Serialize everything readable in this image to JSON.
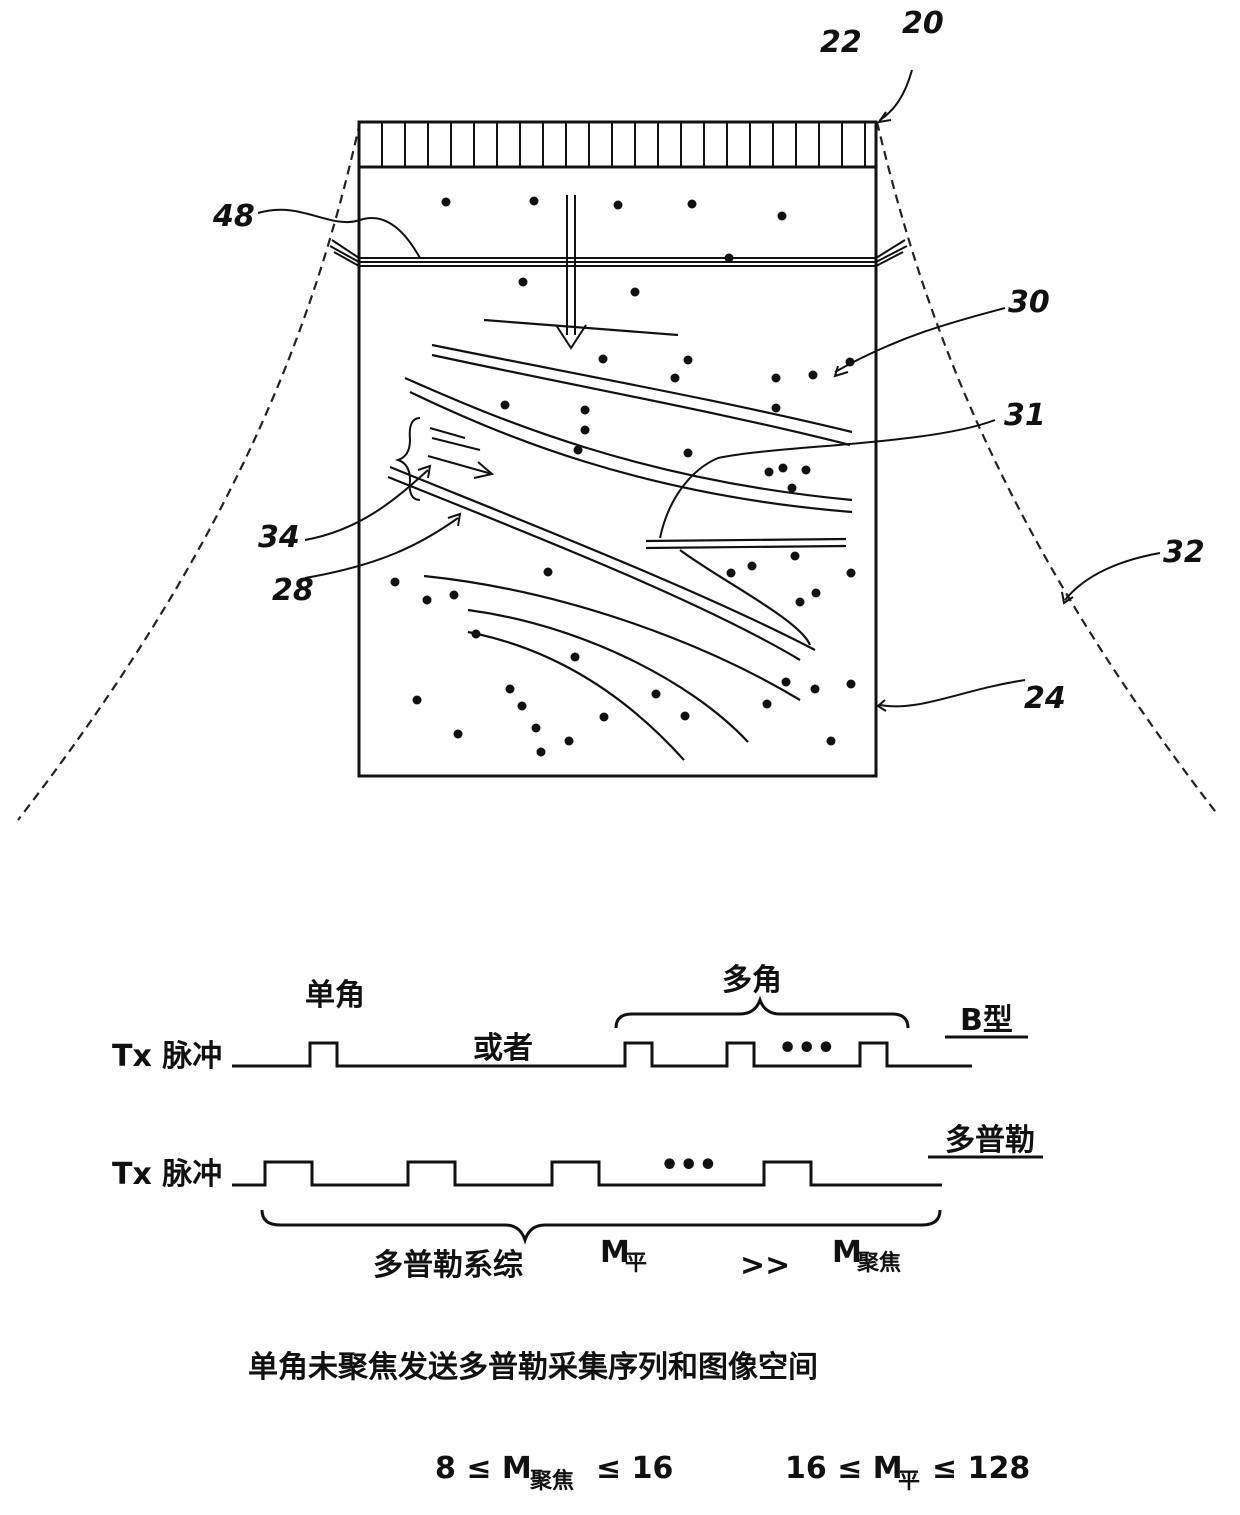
{
  "figure": {
    "labels": {
      "l20": "20",
      "l22": "22",
      "l48": "48",
      "l30": "30",
      "l31": "31",
      "l34": "34",
      "l28": "28",
      "l32": "32",
      "l24": "24"
    }
  },
  "timing": {
    "single_angle": "单角",
    "multi_angle": "多角",
    "or": "或者",
    "b_mode": "B型",
    "doppler": "多普勒",
    "tx_pulse_1": "Tx 脉冲",
    "tx_pulse_2": "Tx 脉冲",
    "dots_1": "•••",
    "dots_2": "•••",
    "doppler_ensemble": "多普勒系综",
    "m_sym_1": "M",
    "m_flat_sub": "平",
    "much_greater": ">>",
    "m_sym_2": "M",
    "m_focus_sub": "聚焦"
  },
  "caption": "单角未聚焦发送多普勒采集序列和图像空间",
  "formula": {
    "f1_left": "8 ≤ M",
    "f1_sub": "聚焦",
    "f1_right": "≤ 16",
    "f2_left": "16 ≤ M",
    "f2_sub": "平",
    "f2_right": "≤ 128"
  }
}
